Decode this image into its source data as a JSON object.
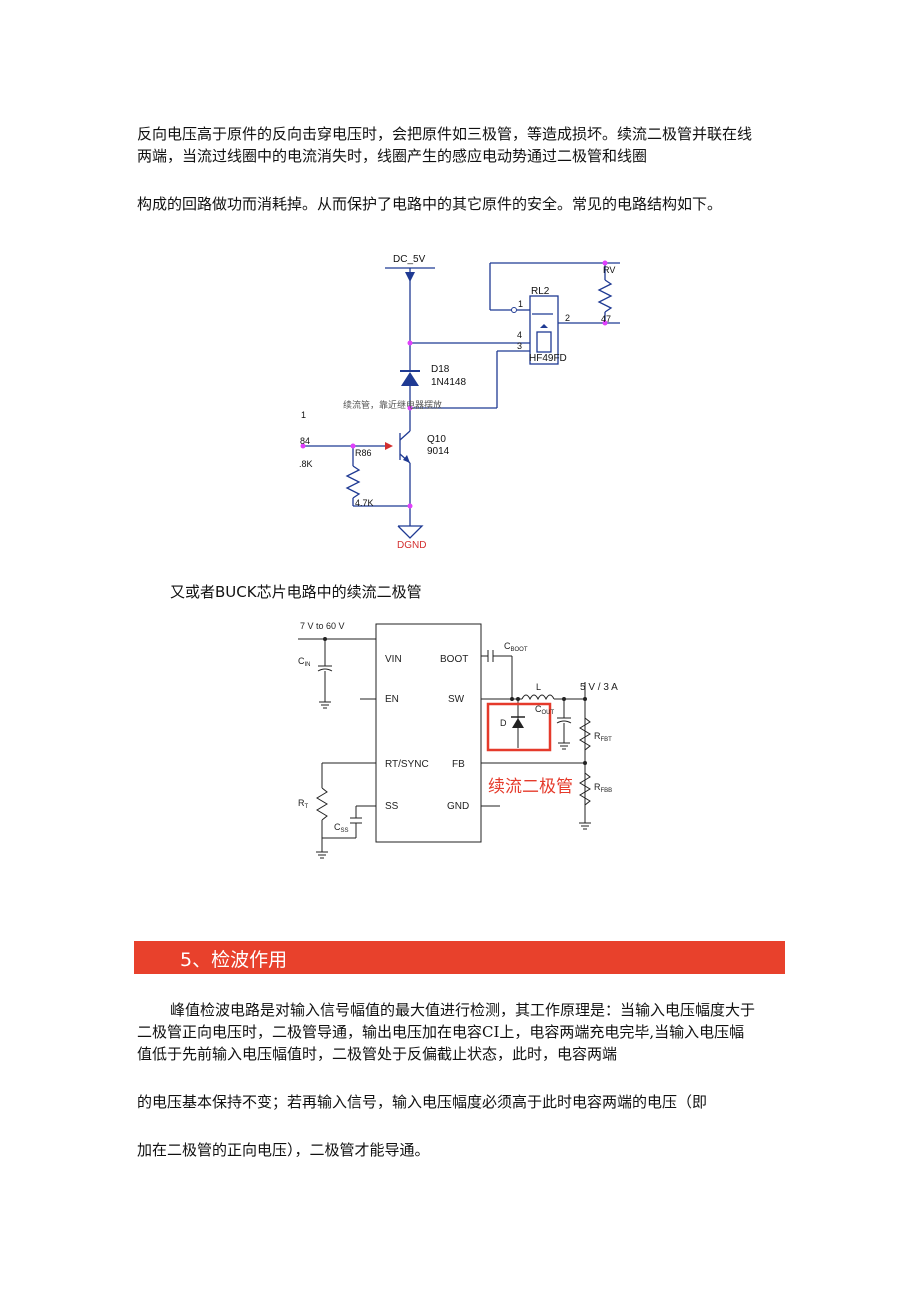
{
  "paragraphs_top": [
    "反向电压高于原件的反向击穿电压时，会把原件如三极管，等造成损坏。续流二极管并联在线",
    "两端，当流过线圈中的电流消失时，线圈产生的感应电动势通过二极管和线圈",
    "构成的回路做功而消耗掉。从而保护了电路中的其它原件的安全。常见的电路结构如下。"
  ],
  "diagram1": {
    "supply": "DC_5V",
    "relay_ref": "RL2",
    "relay_part": "HF49FD",
    "relay_pins": [
      "1",
      "2",
      "4",
      "3"
    ],
    "rv_label": "RV",
    "rv_value": "47",
    "diode_ref": "D18",
    "diode_part": "1N4148",
    "note": "续流管，靠近继电器摆放",
    "transistor_ref": "Q10",
    "transistor_part": "9014",
    "left_num": "1",
    "r84": "84",
    "r84_val": ".8K",
    "r86": "R86",
    "r86_val": "4.7K",
    "ground": "DGND"
  },
  "caption_buck": "又或者BUCK芯片电路中的续流二极管",
  "diagram2": {
    "vin_range": "7 V to 60 V",
    "cin": "C",
    "cin_sub": "IN",
    "pins_left": [
      "VIN",
      "EN",
      "RT/SYNC",
      "SS"
    ],
    "pins_right": [
      "BOOT",
      "SW",
      "FB",
      "GND"
    ],
    "cboot": "C",
    "cboot_sub": "BOOT",
    "inductor": "L",
    "output": "5 V / 3 A",
    "cout": "C",
    "cout_sub": "OUT",
    "diode": "D",
    "rfbt": "R",
    "rfbt_sub": "FBT",
    "rfbb": "R",
    "rfbb_sub": "FBB",
    "rt": "R",
    "rt_sub": "T",
    "css": "C",
    "css_sub": "SS",
    "highlight_label": "续流二极管",
    "highlight_color": "#e53a2b"
  },
  "section": {
    "title": "5、检波作用",
    "color": "#e8412c"
  },
  "paragraphs_bottom": [
    "峰值检波电路是对输入信号幅值的最大值进行检测，其工作原理是：当输入电压幅度大于",
    "二极管正向电压时，二极管导通，输出电压加在电容CI上，电容两端充电完毕,当输入电压幅",
    "值低于先前输入电压幅值时，二极管处于反偏截止状态，此时，电容两端",
    "的电压基本保持不变；若再输入信号，输入电压幅度必须高于此时电容两端的电压（即",
    "加在二极管的正向电压），二极管才能导通。"
  ]
}
